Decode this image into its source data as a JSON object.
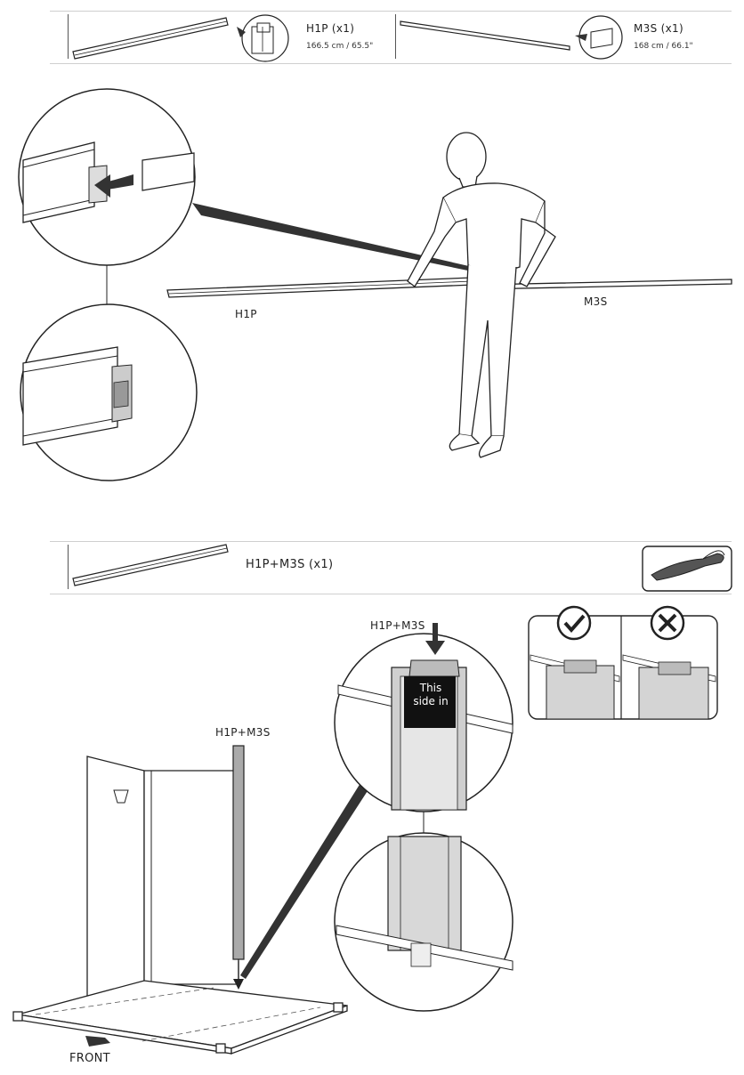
{
  "parts_top": [
    {
      "code": "H1P (x1)",
      "size": "166.5 cm / 65.5\""
    },
    {
      "code": "M3S (x1)",
      "size": "168 cm / 66.1\""
    }
  ],
  "step1": {
    "left_label": "H1P",
    "right_label": "M3S"
  },
  "parts_bottom": {
    "label": "H1P+M3S (x1)",
    "tool_icon": "screwdriver-icon"
  },
  "step2": {
    "callout_label": "H1P+M3S",
    "panel_label": "H1P+M3S",
    "sign_line1": "This",
    "sign_line2": "side in",
    "front_label": "FRONT",
    "correct_icon": "check-circle-icon",
    "wrong_icon": "x-circle-icon"
  }
}
